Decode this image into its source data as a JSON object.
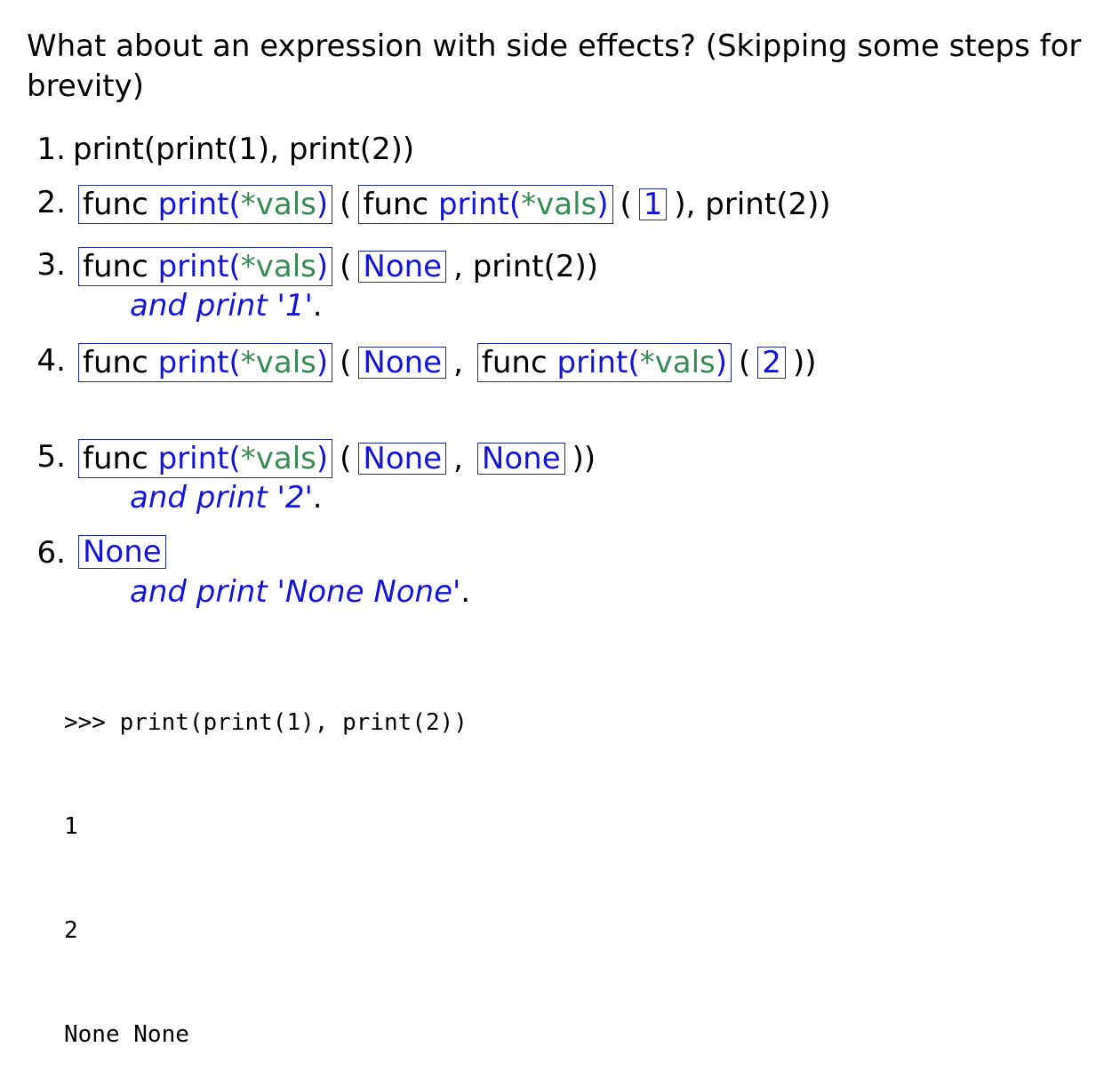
{
  "heading": "What about an expression with side effects? (Skipping some steps for brevity)",
  "steps": [
    {
      "num": "1.",
      "expr": "print(print(1), print(2))"
    },
    {
      "num": "2."
    },
    {
      "num": "3.",
      "note": "and print '1'"
    },
    {
      "num": "4."
    },
    {
      "num": "5.",
      "note": "and print '2'"
    },
    {
      "num": "6.",
      "note": "and print 'None None'"
    }
  ],
  "tokens": {
    "func": "func",
    "print_call": "print(",
    "star_vals": "*vals",
    "close_paren": ")",
    "open_paren": "(",
    "comma": ",",
    "none": "None",
    "one": "1",
    "two": "2",
    "tail_step2": "), print(2))",
    "tail_step3": ", print(2))",
    "tail_step4": "))",
    "tail_step5": "))",
    "period": "."
  },
  "console": {
    "lines": [
      ">>> print(print(1), print(2))",
      "1",
      "2",
      "None None"
    ]
  },
  "colors": {
    "function_name": "#1515d6",
    "parameter": "#3a8a55",
    "value": "#1515d6",
    "box_border": "#1f2aa8"
  }
}
